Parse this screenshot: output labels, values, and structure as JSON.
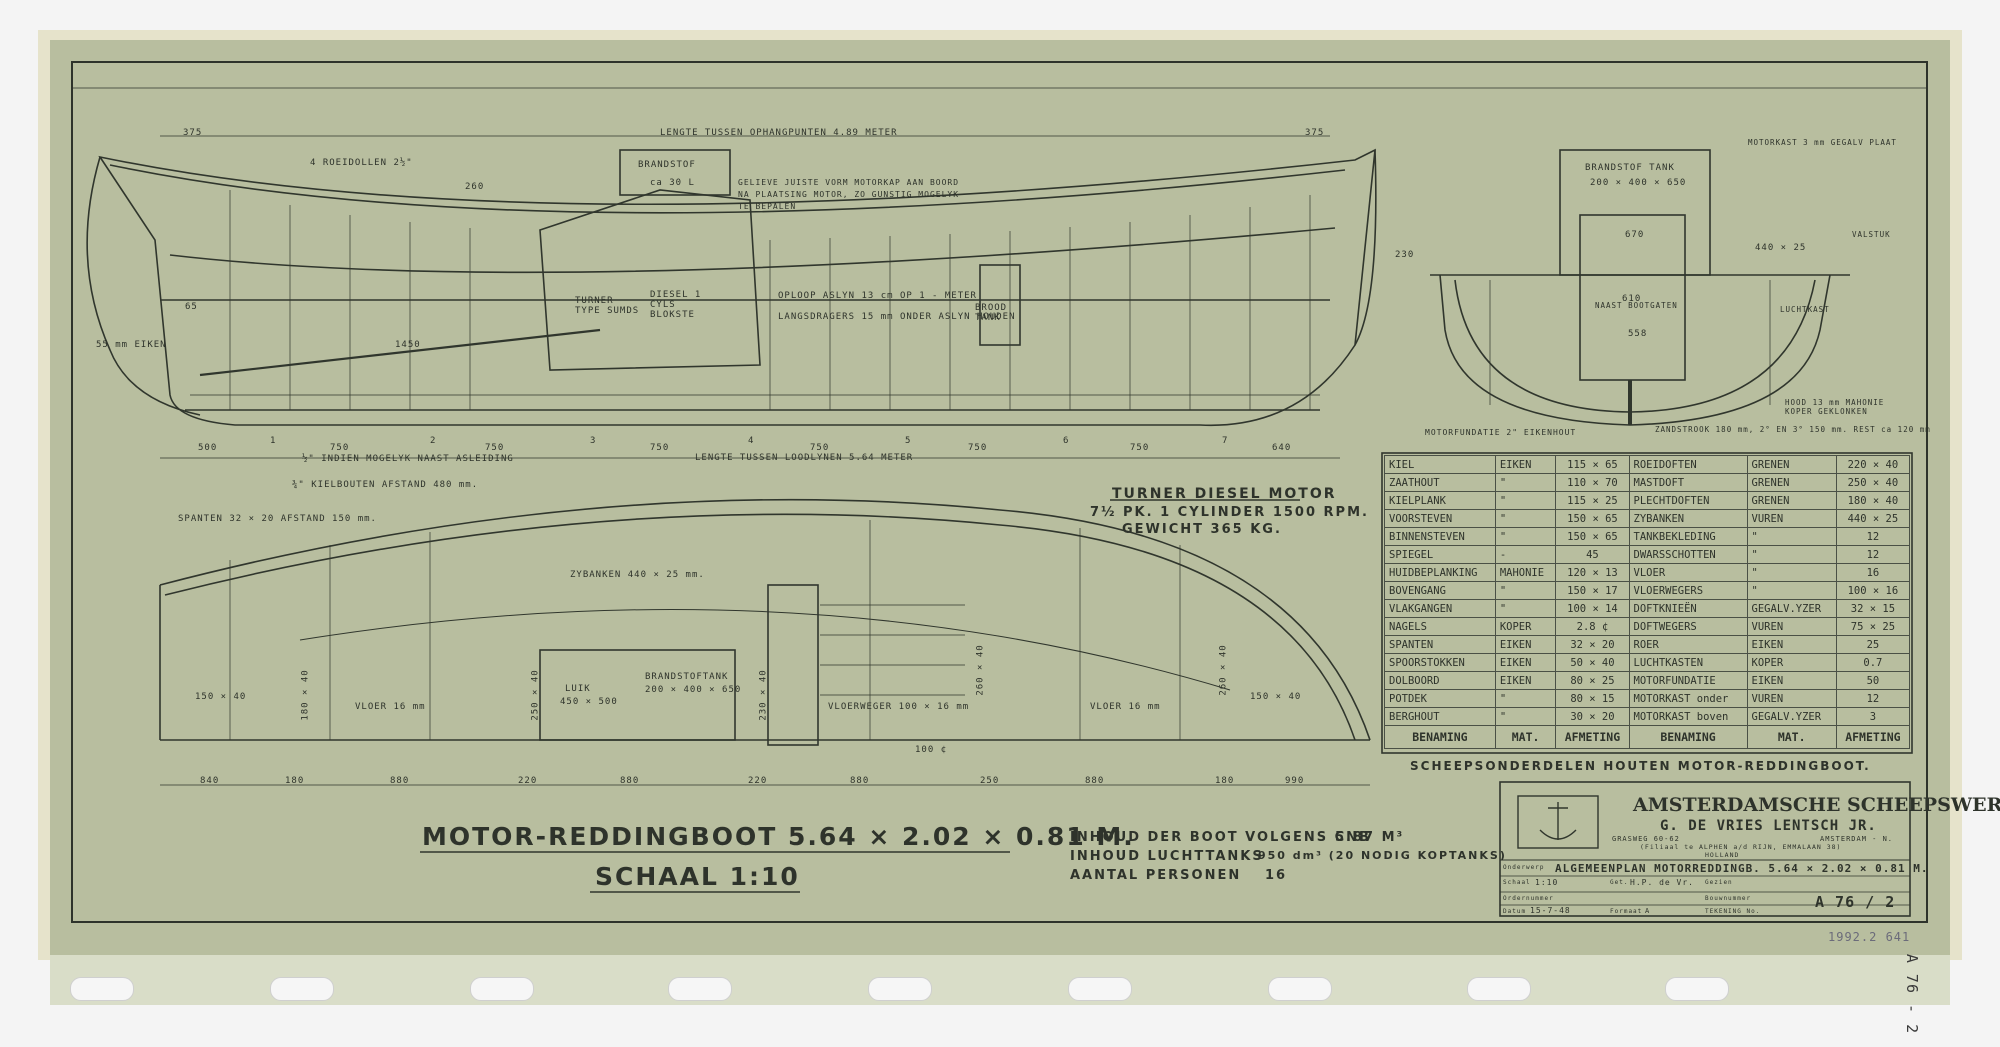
{
  "colors": {
    "paper": "#b7bd9e",
    "ink": "#2e332b",
    "border_tape": "#e9e6cf",
    "strip": "#d7dbc6"
  },
  "side_profile": {
    "length_between_perpendiculars": "LENGTE TUSSEN OPHANGPUNTEN 4.89 METER",
    "length_between_waterlines": "LENGTE TUSSEN LOODLYNEN 5.64 METER",
    "dim_left": "375",
    "dim_right": "375",
    "oars": "4 ROEIDOLLEN 2½\"",
    "d260": "260",
    "motor_note": "GELIEVE JUISTE VORM MOTORKAP AAN BOORD NA PLAATSING MOTOR, ZO GUNSTIG MOGELYK TE BEPALEN",
    "fuel_tank_small": "BRANDSTOF",
    "fuel_tank_small2": "ca 30 L",
    "engine": "TURNER TYPE SUMDS",
    "engine2": "DIESEL 1 CYLS BLOKSTE",
    "rise": "OPLOOP ASLYN 13 cm OP 1 - METER",
    "stringers": "LANGSDRAGERS 15 mm ONDER ASLYN HOUDEN",
    "tank": "BROOD TANK",
    "keel": "55 mm EIKEN",
    "d1450": "1450",
    "d65": "65",
    "stations": [
      "500",
      "1",
      "750",
      "2",
      "750",
      "3",
      "750",
      "4",
      "750",
      "5",
      "750",
      "6",
      "750",
      "7",
      "640"
    ],
    "note1": "½\" INDIEN MOGELYK NAAST ASLEIDING",
    "note2": "¾\" KIELBOUTEN AFSTAND 480 mm.",
    "frames": "SPANTEN 32 × 20 AFSTAND 150 mm."
  },
  "engine_block": {
    "l1": "TURNER DIESEL MOTOR",
    "l2": "7½ PK. 1 CYLINDER 1500 RPM.",
    "l3": "GEWICHT 365 KG."
  },
  "section": {
    "fuel_tank": "BRANDSTOF TANK",
    "fuel_dims": "200 × 400 × 650",
    "motor_box": "MOTORKAST 3 mm GEGALV PLAAT",
    "d670": "670",
    "d440": "440 × 25",
    "d610": "610",
    "d558": "558",
    "d230": "230",
    "air": "LUCHTKAST",
    "bench": "NAAST BOOTGATEN",
    "foundation": "MOTORFUNDATIE 2\" EIKENHOUT",
    "garboard": "ZANDSTROOK 180 mm, 2° EN 3° 150 mm. REST ca 120 mm",
    "hood": "HOOD 13 mm MAHONIE KOPER GEKLONKEN",
    "deck": "VALSTUK"
  },
  "plan_view": {
    "bench": "ZYBANKEN 440 × 25 mm.",
    "floor1": "VLOER 16 mm",
    "floor2": "VLOER 16 mm",
    "hatch": "LUIK",
    "hatch_dims": "450 × 500",
    "fuel": "BRANDSTOFTANK",
    "fuel_dims": "200 × 400 × 650",
    "walkway": "VLOERWEGER 100 × 16 mm",
    "d150a": "150 × 40",
    "d150b": "150 × 40",
    "v180": "180 × 40",
    "v250": "250 × 40",
    "v230": "230 × 40",
    "v260a": "260 × 40",
    "v260b": "260 × 40",
    "d100": "100 ¢",
    "dims": [
      "840",
      "180",
      "880",
      "220",
      "880",
      "220",
      "880",
      "250",
      "880",
      "180",
      "990"
    ]
  },
  "title": {
    "main": "MOTOR-REDDINGBOOT 5.64 × 2.02 × 0.81 M.",
    "scale": "SCHAAL 1:10"
  },
  "capacity": {
    "l1": "INHOUD DER BOOT VOLGENS CNB",
    "v1": "5.87 M³",
    "l2": "INHOUD LUCHTTANKS",
    "v2": "950 dm³ (20 NODIG KOPTANKS)",
    "l3": "AANTAL PERSONEN",
    "v3": "16"
  },
  "parts_table": {
    "caption": "SCHEEPSONDERDELEN HOUTEN MOTOR-REDDINGBOOT.",
    "headers": [
      "BENAMING",
      "MAT.",
      "AFMETING",
      "BENAMING",
      "MAT.",
      "AFMETING"
    ],
    "rows": [
      [
        "KIEL",
        "EIKEN",
        "115 × 65",
        "ROEIDOFTEN",
        "GRENEN",
        "220 × 40"
      ],
      [
        "ZAATHOUT",
        "\"",
        "110 × 70",
        "MASTDOFT",
        "GRENEN",
        "250 × 40"
      ],
      [
        "KIELPLANK",
        "\"",
        "115 × 25",
        "PLECHTDOFTEN",
        "GRENEN",
        "180 × 40"
      ],
      [
        "VOORSTEVEN",
        "\"",
        "150 × 65",
        "ZYBANKEN",
        "VUREN",
        "440 × 25"
      ],
      [
        "BINNENSTEVEN",
        "\"",
        "150 × 65",
        "TANKBEKLEDING",
        "\"",
        "12"
      ],
      [
        "SPIEGEL",
        "-",
        "45",
        "DWARSSCHOTTEN",
        "\"",
        "12"
      ],
      [
        "HUIDBEPLANKING",
        "MAHONIE",
        "120 × 13",
        "VLOER",
        "\"",
        "16"
      ],
      [
        "BOVENGANG",
        "\"",
        "150 × 17",
        "VLOERWEGERS",
        "\"",
        "100 × 16"
      ],
      [
        "VLAKGANGEN",
        "\"",
        "100 × 14",
        "DOFTKNIEËN",
        "GEGALV.YZER",
        "32 × 15"
      ],
      [
        "NAGELS",
        "KOPER",
        "2.8 ¢",
        "DOFTWEGERS",
        "VUREN",
        "75 × 25"
      ],
      [
        "SPANTEN",
        "EIKEN",
        "32 × 20",
        "ROER",
        "EIKEN",
        "25"
      ],
      [
        "SPOORSTOKKEN",
        "EIKEN",
        "50 × 40",
        "LUCHTKASTEN",
        "KOPER",
        "0.7"
      ],
      [
        "DOLBOORD",
        "EIKEN",
        "80 × 25",
        "MOTORFUNDATIE",
        "EIKEN",
        "50"
      ],
      [
        "POTDEK",
        "\"",
        "80 × 15",
        "MOTORKAST onder",
        "VUREN",
        "12"
      ],
      [
        "BERGHOUT",
        "\"",
        "30 × 20",
        "MOTORKAST boven",
        "GEGALV.YZER",
        "3"
      ]
    ]
  },
  "title_block": {
    "company": "AMSTERDAMSCHE SCHEEPSWERF",
    "owner": "G. DE VRIES LENTSCH JR.",
    "address_l": "GRASWEG 60-62",
    "address_r": "AMSTERDAM - N.",
    "branch": "(Filiaal te ALPHEN a/d RIJN, EMMALAAN 38)",
    "country": "HOLLAND",
    "subject_label": "Onderwerp",
    "subject": "ALGEMEENPLAN MOTORREDDINGB. 5.64 × 2.02 × 0.81 M.",
    "scale_label": "Schaal",
    "scale": "1:10",
    "drawn_label": "Get.",
    "drawn": "H.P. de Vr.",
    "checked_label": "Gezien",
    "orderno_label": "Ordernummer",
    "ordernr_label": "Bouwnummer",
    "date_label": "Datum",
    "date": "15-7-48",
    "format_label": "Formaat",
    "format": "A",
    "drawing_label": "TEKENING No.",
    "drawing_no": "A 76 / 2"
  },
  "annotations": {
    "pencil": "A 76 - 2",
    "stamp": "1992.2 641"
  }
}
